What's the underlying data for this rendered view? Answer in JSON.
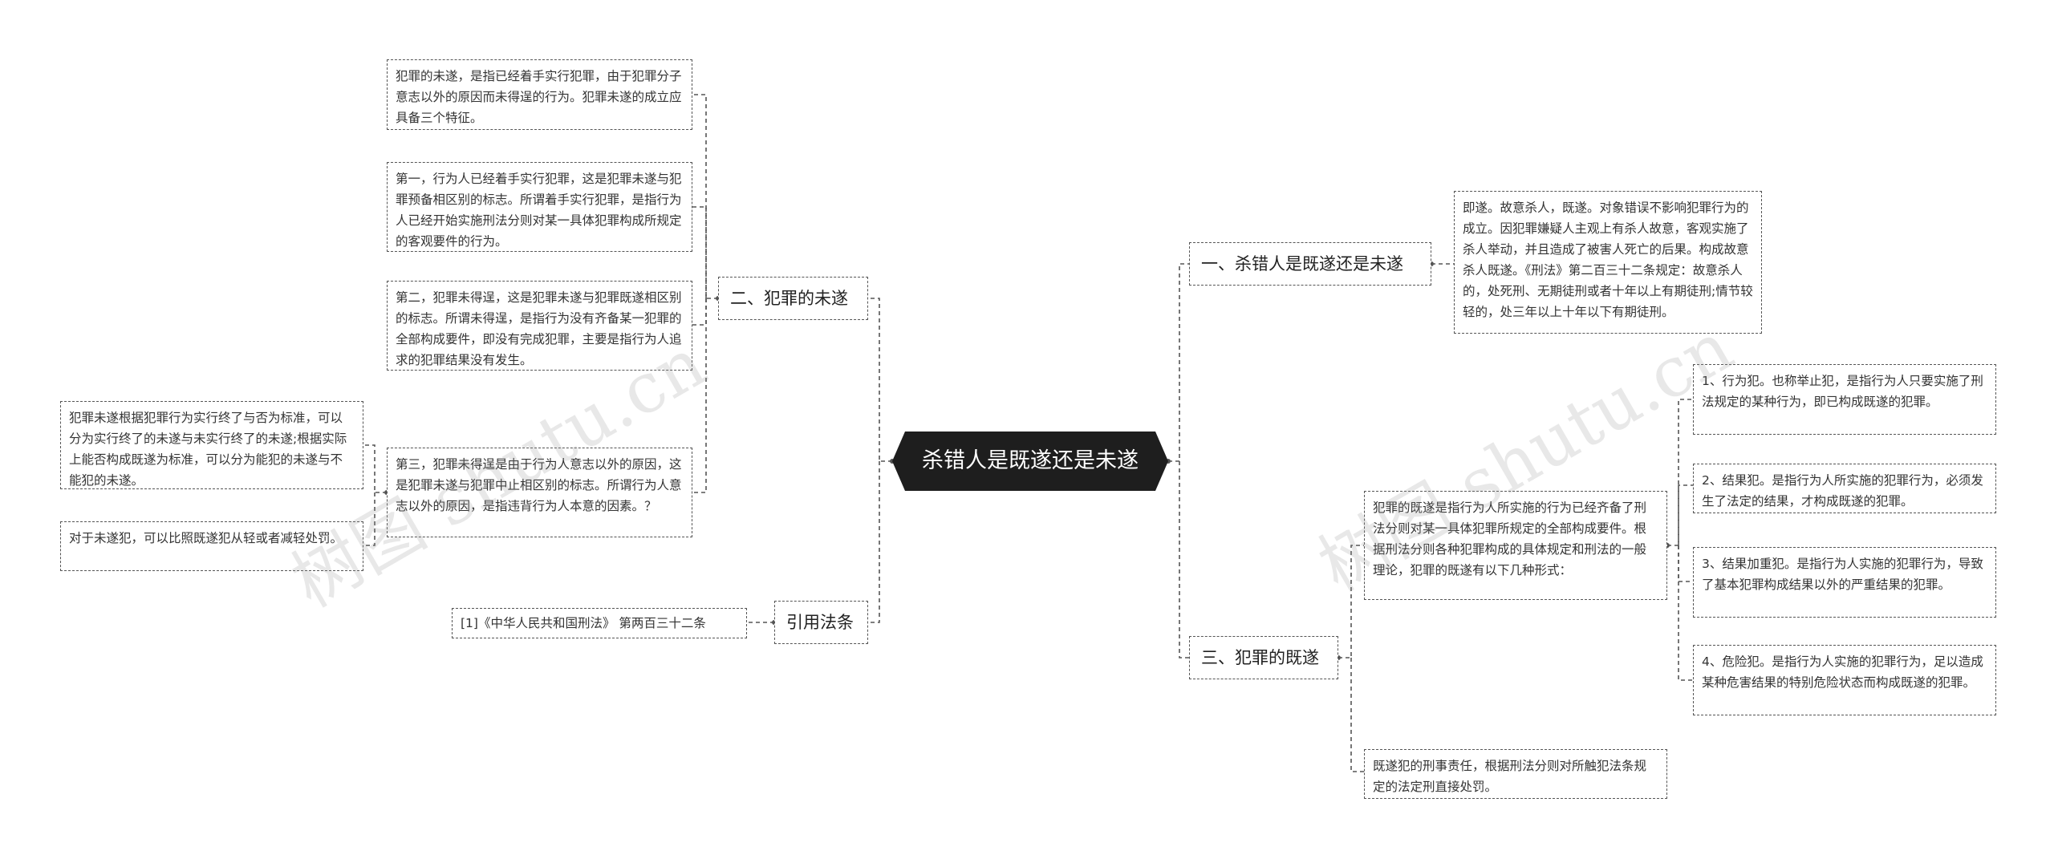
{
  "root": "杀错人是既遂还是未遂",
  "branches": {
    "b1": {
      "label": "一、杀错人是既遂还是未遂",
      "text": "即遂。故意杀人，既遂。对象错误不影响犯罪行为的成立。因犯罪嫌疑人主观上有杀人故意，客观实施了杀人举动，并且造成了被害人死亡的后果。构成故意杀人既遂。《刑法》第二百三十二条规定：故意杀人的，处死刑、无期徒刑或者十年以上有期徒刑;情节较轻的，处三年以上十年以下有期徒刑。"
    },
    "b2": {
      "label": "二、犯罪的未遂",
      "intro": "犯罪的未遂，是指已经着手实行犯罪，由于犯罪分子意志以外的原因而未得逞的行为。犯罪未遂的成立应具备三个特征。",
      "first": "第一，行为人已经着手实行犯罪，这是犯罪未遂与犯罪预备相区别的标志。所谓着手实行犯罪，是指行为人已经开始实施刑法分则对某一具体犯罪构成所规定的客观要件的行为。",
      "second": "第二，犯罪未得逞，这是犯罪未遂与犯罪既遂相区别的标志。所谓未得逞，是指行为没有齐备某一犯罪的全部构成要件，即没有完成犯罪，主要是指行为人追求的犯罪结果没有发生。",
      "third": "第三，犯罪未得逞是由于行为人意志以外的原因，这是犯罪未遂与犯罪中止相区别的标志。所谓行为人意志以外的原因，是指违背行为人本意的因素。？",
      "third_sub1": "犯罪未遂根据犯罪行为实行终了与否为标准，可以分为实行终了的未遂与未实行终了的未遂;根据实际上能否构成既遂为标准，可以分为能犯的未遂与不能犯的未遂。",
      "third_sub2": "对于未遂犯，可以比照既遂犯从轻或者减轻处罚。"
    },
    "b3": {
      "label": "三、犯罪的既遂",
      "intro": "犯罪的既遂是指行为人所实施的行为已经齐备了刑法分则对某一具体犯罪所规定的全部构成要件。根据刑法分则各种犯罪构成的具体规定和刑法的一般理论，犯罪的既遂有以下几种形式：",
      "types": [
        "1、行为犯。也称举止犯，是指行为人只要实施了刑法规定的某种行为，即已构成既遂的犯罪。",
        "2、结果犯。是指行为人所实施的犯罪行为，必须发生了法定的结果，才构成既遂的犯罪。",
        "3、结果加重犯。是指行为人实施的犯罪行为，导致了基本犯罪构成结果以外的严重结果的犯罪。",
        "4、危险犯。是指行为人实施的犯罪行为，足以造成某种危害结果的特别危险状态而构成既遂的犯罪。"
      ],
      "penalty": "既遂犯的刑事责任，根据刑法分则对所触犯法条规定的法定刑直接处罚。"
    },
    "b4": {
      "label": "引用法条",
      "text": "[1]《中华人民共和国刑法》 第两百三十二条"
    }
  },
  "watermarks": [
    "树图 shutu.cn",
    "树图 shutu.cn"
  ]
}
